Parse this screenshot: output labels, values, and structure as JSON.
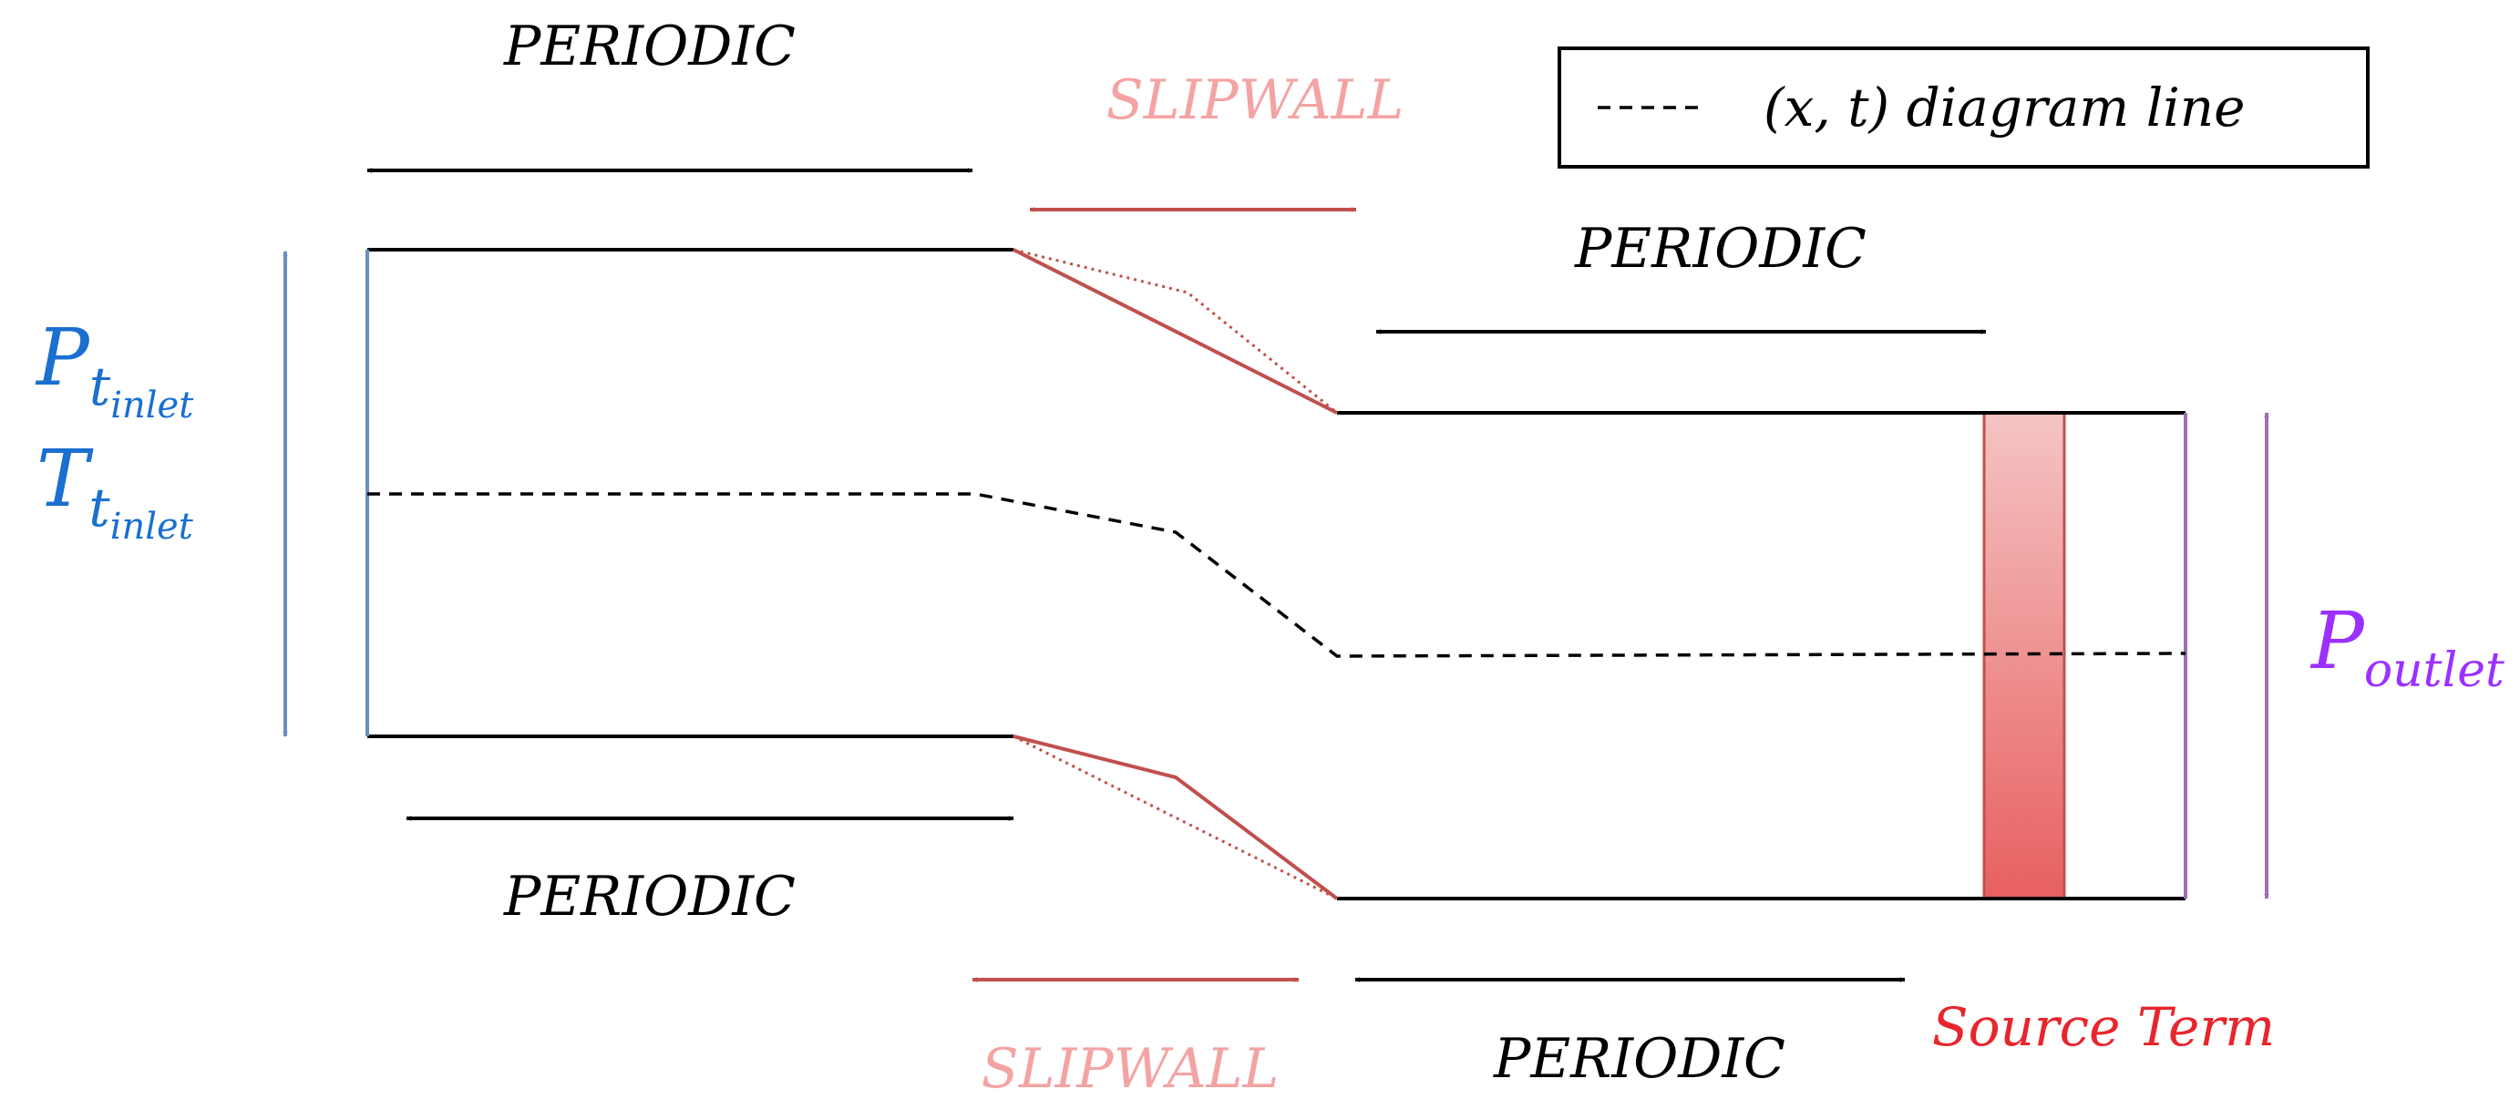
{
  "labels": {
    "periodic_top_left": "PERIODIC",
    "periodic_top_right": "PERIODIC",
    "periodic_bottom_left": "PERIODIC",
    "periodic_bottom_right": "PERIODIC",
    "slipwall_top": "SLIPWALL",
    "slipwall_bottom": "SLIPWALL",
    "source_term": "Source Term"
  },
  "inlet": {
    "pressure_symbol": "P",
    "pressure_sub_1": "t",
    "pressure_sub_2": "inlet",
    "temperature_symbol": "T",
    "temperature_sub_1": "t",
    "temperature_sub_2": "inlet"
  },
  "outlet": {
    "pressure_symbol": "P",
    "pressure_sub": "outlet"
  },
  "legend": {
    "entry": "(x, t) diagram line"
  },
  "colors": {
    "wall": "#000000",
    "slipwall_line": "#c0504d",
    "slipwall_text": "#f4a3a3",
    "inlet_line": "#6a8fc4",
    "inlet_text": "#1a6fd0",
    "outlet_line": "#9b72b0",
    "outlet_text": "#9b30ff",
    "source_fill_top": "#f5c4c4",
    "source_fill_bottom": "#e86060",
    "source_text": "#e8252b"
  }
}
